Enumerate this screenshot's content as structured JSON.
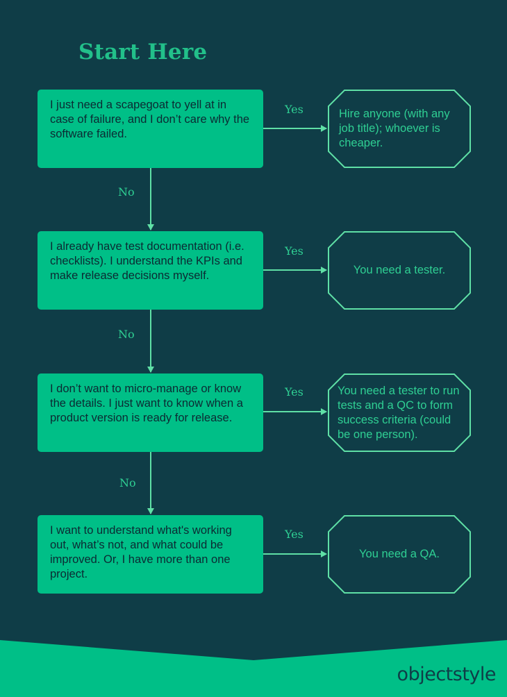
{
  "title": "Start Here",
  "questions": [
    "I just need a scapegoat to yell at in case of failure, and I don’t care why the software failed.",
    "I already have test documentation (i.e. checklists). I understand the KPIs and make release decisions myself.",
    "I don’t want to micro-manage or know the details. I just want to know when a product version is ready for release.",
    "I want to understand what's working out, what’s not, and what could be improved. Or, I have more than one project."
  ],
  "answers": [
    "Hire anyone (with any job title); whoever is cheaper.",
    "You need a tester.",
    "You need a tester to run tests and a QC to form success criteria (could be one person).",
    "You need a QA."
  ],
  "yes_label": "Yes",
  "no_label": "No",
  "logo": "objectstyle",
  "colors": {
    "background": "#0f3d47",
    "box_fill": "#00bf87",
    "accent": "#2fcf93"
  }
}
